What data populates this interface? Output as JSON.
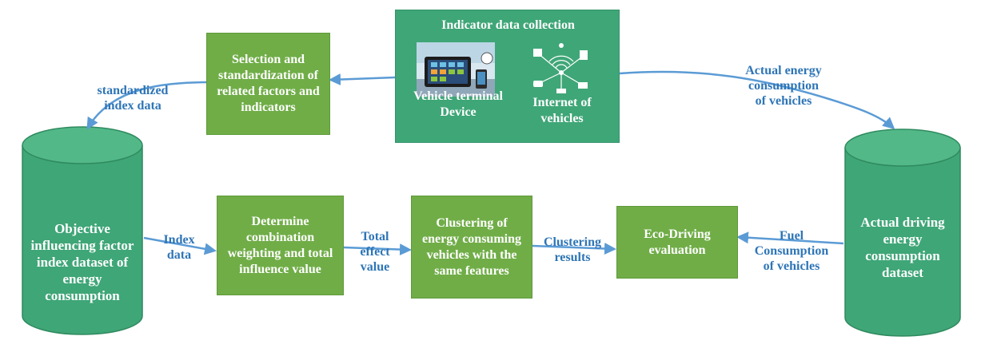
{
  "collection": {
    "title": "Indicator data collection",
    "terminal_label": "Vehicle terminal\nDevice",
    "iov_label": "Internet of\nvehicles"
  },
  "boxes": {
    "selection": "Selection and standardization of related factors and indicators",
    "determine": "Determine combination weighting and total influence value",
    "clustering": "Clustering of energy consuming vehicles with the same features",
    "eco": "Eco-Driving evaluation"
  },
  "cylinders": {
    "objective": "Objective influencing factor index dataset of energy consumption",
    "actual": "Actual driving energy consumption dataset"
  },
  "labels": {
    "standardized": "standardized\nindex data",
    "actual_energy": "Actual energy\nconsumption\nof vehicles",
    "index_data": "Index\ndata",
    "total_effect": "Total\neffect\nvalue",
    "clustering_results": "Clustering\nresults",
    "fuel": "Fuel\nConsumption\nof vehicles"
  },
  "colors": {
    "box_green": "#70ad47",
    "collection_green": "#3fa677",
    "cylinder_green": "#3fa677",
    "arrow_blue": "#5b9bd5",
    "label_blue": "#2e75b6"
  }
}
